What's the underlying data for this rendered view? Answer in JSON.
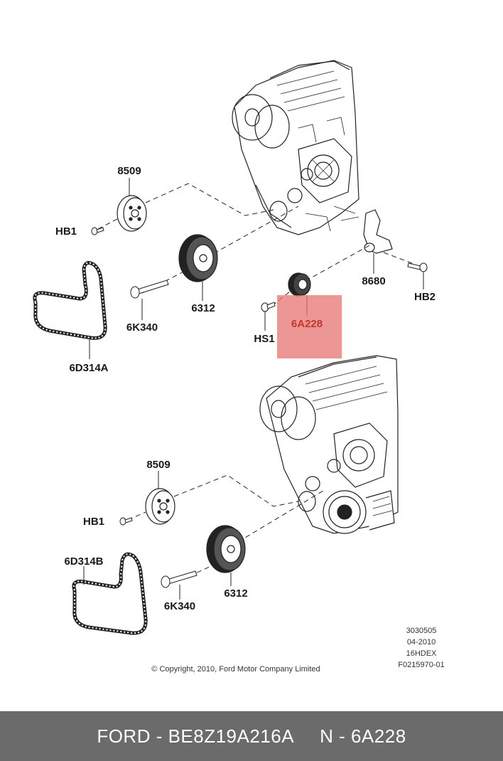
{
  "colors": {
    "highlight": "#e57373",
    "highlight_opacity": 0.75,
    "footer_bg": "#6b6b6b",
    "line": "#222222"
  },
  "upper": {
    "labels": {
      "pulley_8509": "8509",
      "bolt_hb1": "HB1",
      "damper_6312": "6312",
      "bolt_6k340": "6K340",
      "belt_6d314a": "6D314A",
      "bracket_8680": "8680",
      "bolt_hb2": "HB2",
      "tensioner_6a228": "6A228",
      "bolt_hs1": "HS1"
    }
  },
  "lower": {
    "labels": {
      "pulley_8509": "8509",
      "bolt_hb1": "HB1",
      "belt_6d314b": "6D314B",
      "damper_6312": "6312",
      "bolt_6k340": "6K340"
    }
  },
  "meta": [
    "3030505",
    "04-2010",
    "16HDEX",
    "F0215970-01"
  ],
  "copyright": "© Copyright, 2010, Ford Motor Company Limited",
  "footer": {
    "left": "FORD - BE8Z19A216A",
    "right": "N - 6A228"
  }
}
